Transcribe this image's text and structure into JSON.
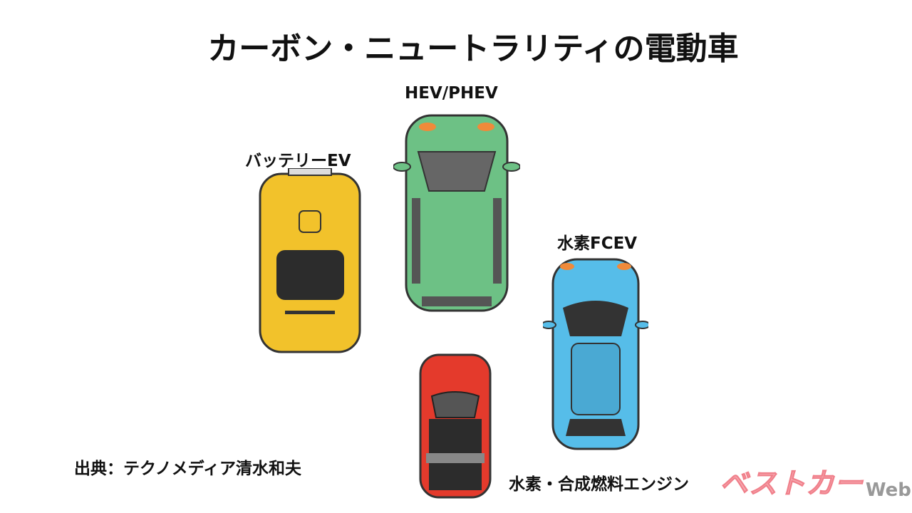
{
  "title": "カーボン・ニュートラリティの電動車",
  "labels": {
    "hev": "HEV/PHEV",
    "bev": "バッテリーEV",
    "fcev": "水素FCEV",
    "h2engine": "水素・合成燃料エンジン"
  },
  "source": "出典：テクノメディア清水和夫",
  "logo": {
    "main": "ベストカー",
    "sub": "Web"
  },
  "colors": {
    "bev": "#f2c22b",
    "hev": "#6dc185",
    "fcev": "#56bde9",
    "h2engine": "#e43a2c",
    "logo": "#f6a9b0"
  }
}
